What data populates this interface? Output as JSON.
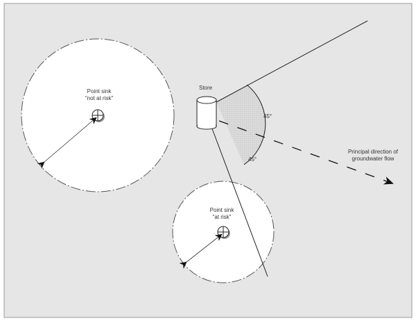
{
  "diagram": {
    "title": "Groundwater protection zone around a store",
    "labels": {
      "store": "Store",
      "sink_not_at_risk_line1": "Point sink",
      "sink_not_at_risk_line2": "\"not at risk\"",
      "sink_at_risk_line1": "Point sink",
      "sink_at_risk_line2": "\"at risk\"",
      "angle_upper": "45°",
      "angle_lower": "45°",
      "flow_line1": "Principal direction of",
      "flow_line2": "groundwater flow"
    },
    "colors": {
      "background": "#e6e6e6",
      "circle_fill": "#ffffff",
      "sector_fill": "#d4d4d4",
      "line": "#222222"
    }
  }
}
